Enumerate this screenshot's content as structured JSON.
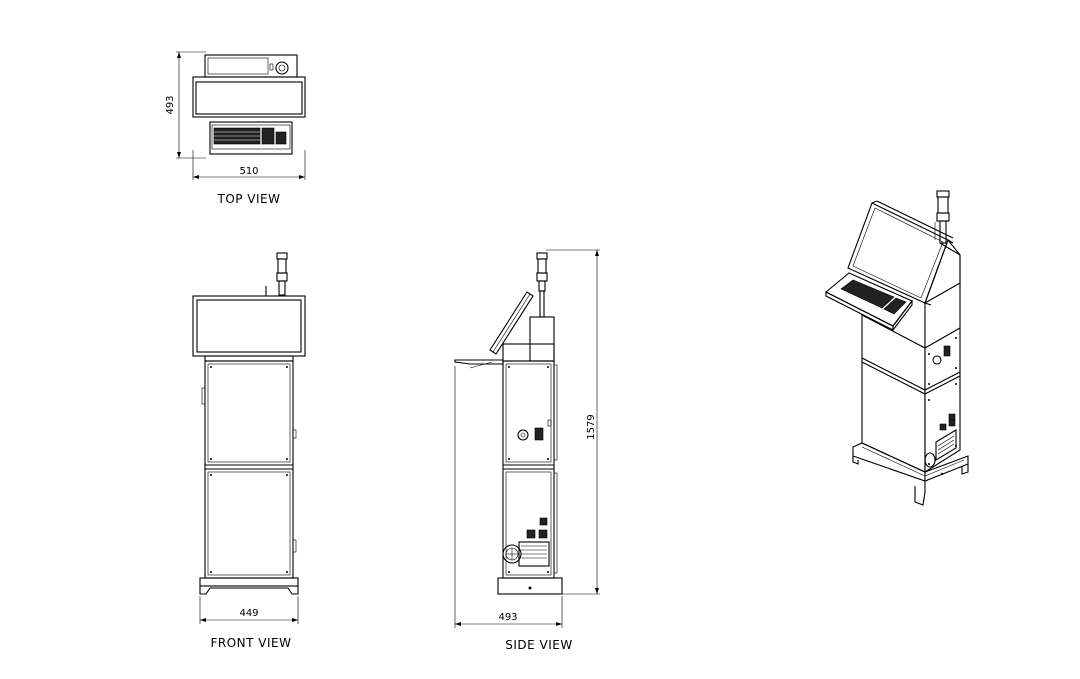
{
  "views": {
    "top": {
      "title": "TOP VIEW",
      "dim_width": "510",
      "dim_depth": "493"
    },
    "front": {
      "title": "FRONT VIEW",
      "dim_width": "449"
    },
    "side": {
      "title": "SIDE VIEW",
      "dim_depth": "493",
      "dim_height": "1579"
    }
  }
}
